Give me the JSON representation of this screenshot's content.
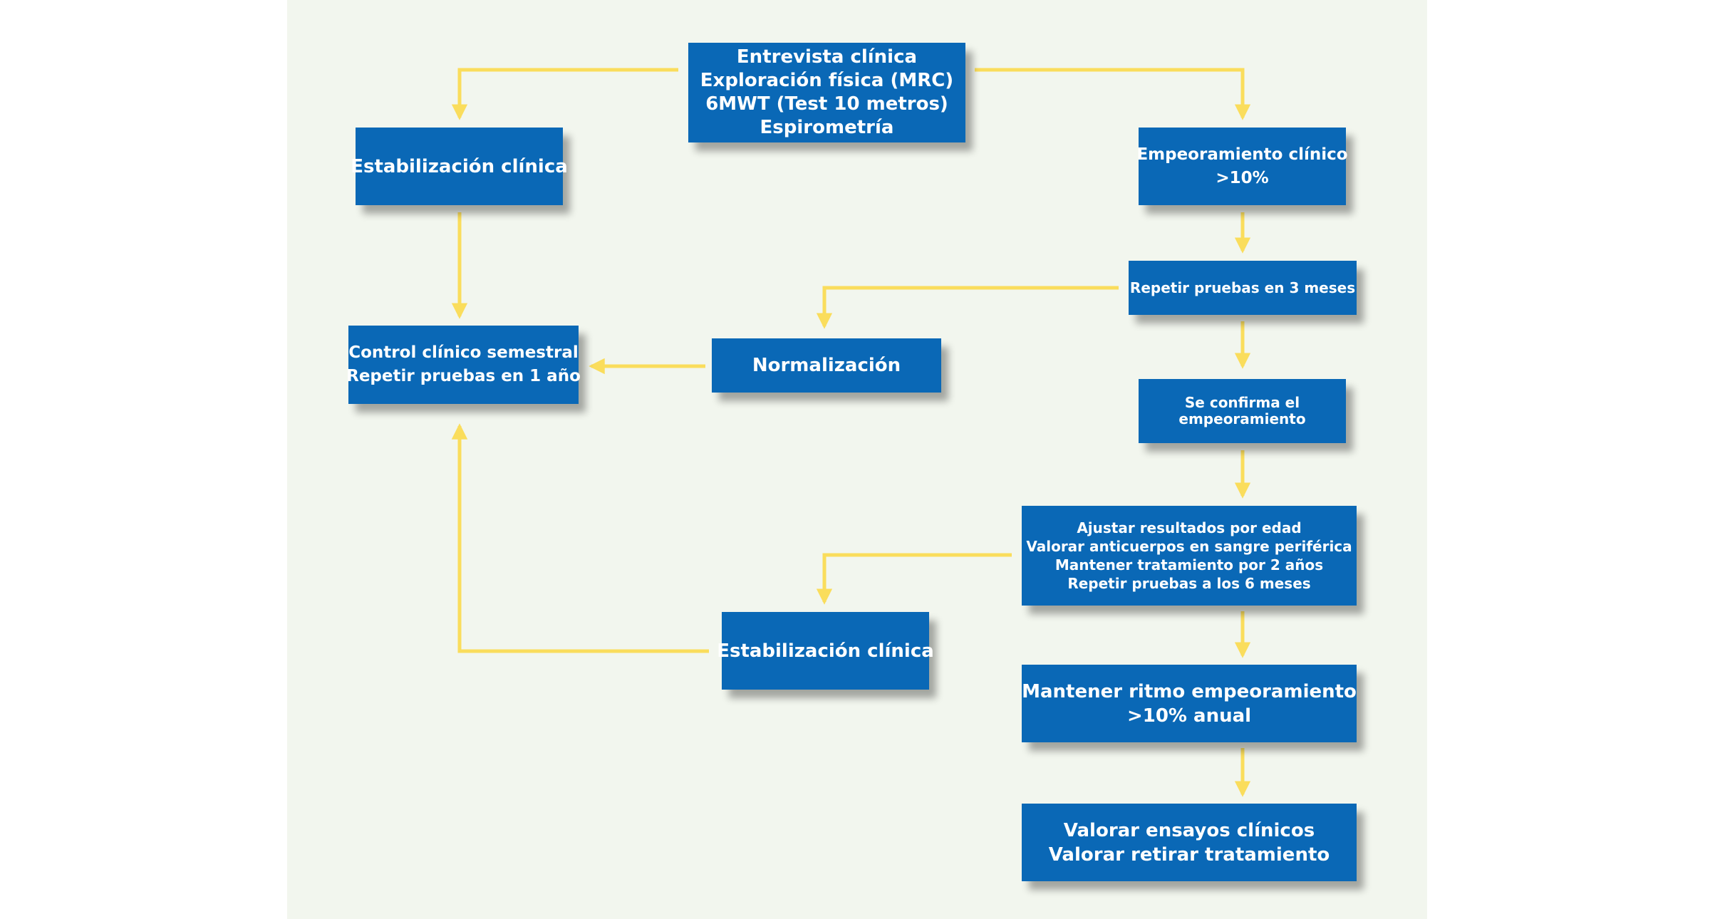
{
  "colors": {
    "panel_background": "#f2f6ee",
    "box_fill": "#0a68b6",
    "box_text": "#ffffff",
    "arrow": "#fadd5c"
  },
  "diagram": {
    "boxes": {
      "initial_evaluation": [
        "Entrevista clínica",
        "Exploración física (MRC)",
        "6MWT (Test 10 metros)",
        "Espirometría"
      ],
      "stabilization_top": [
        "Estabilización clínica"
      ],
      "worsening": [
        "Empeoramiento clínico",
        ">10%"
      ],
      "repeat_3_months": [
        "Repetir pruebas en 3 meses"
      ],
      "semester_control": [
        "Control clínico semestral",
        "Repetir pruebas en 1 año"
      ],
      "normalization": [
        "Normalización"
      ],
      "confirmed_worsening": [
        "Se confirma el",
        "empeoramiento"
      ],
      "adjust_results": [
        "Ajustar resultados por edad",
        "Valorar anticuerpos en sangre periférica",
        "Mantener tratamiento por 2 años",
        "Repetir pruebas a los 6 meses"
      ],
      "stabilization_bottom": [
        "Estabilización clínica"
      ],
      "sustained_worsening": [
        "Mantener ritmo empeoramiento",
        ">10% anual"
      ],
      "clinical_trials": [
        "Valorar ensayos clínicos",
        "Valorar retirar tratamiento"
      ]
    },
    "connections": [
      {
        "from": "initial_evaluation",
        "to": "stabilization_top"
      },
      {
        "from": "initial_evaluation",
        "to": "worsening"
      },
      {
        "from": "stabilization_top",
        "to": "semester_control"
      },
      {
        "from": "worsening",
        "to": "repeat_3_months"
      },
      {
        "from": "repeat_3_months",
        "to": "normalization"
      },
      {
        "from": "repeat_3_months",
        "to": "confirmed_worsening"
      },
      {
        "from": "normalization",
        "to": "semester_control"
      },
      {
        "from": "confirmed_worsening",
        "to": "adjust_results"
      },
      {
        "from": "adjust_results",
        "to": "stabilization_bottom"
      },
      {
        "from": "adjust_results",
        "to": "sustained_worsening"
      },
      {
        "from": "stabilization_bottom",
        "to": "semester_control"
      },
      {
        "from": "sustained_worsening",
        "to": "clinical_trials"
      }
    ]
  }
}
